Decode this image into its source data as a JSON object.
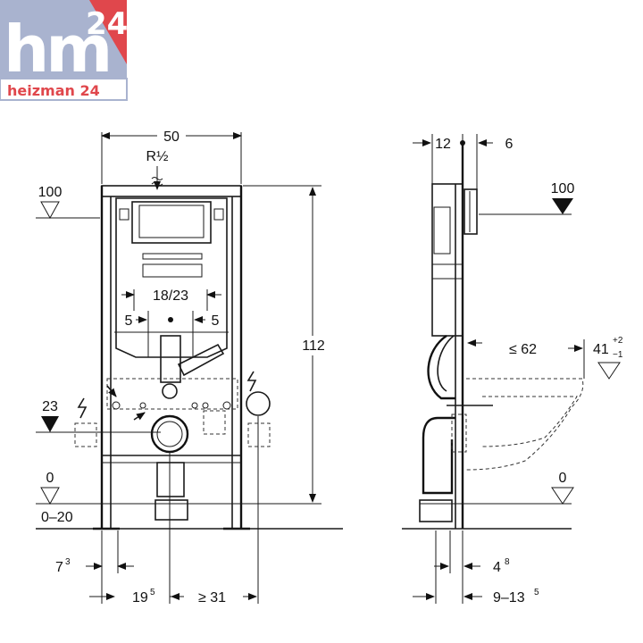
{
  "logo": {
    "mark": "hm",
    "number": "24",
    "brand": "heizman 24"
  },
  "front_view": {
    "width": "50",
    "thread": "R½",
    "height": "112",
    "flush_spacing": "18/23",
    "offset_left": "5",
    "offset_right": "5",
    "level_top": "100",
    "level_mid": "23",
    "level_floor": "0",
    "floor_range": "0–20",
    "foot_offset": "7",
    "foot_offset_sup": "3",
    "pipe_offset": "19",
    "pipe_offset_sup": "5",
    "side_offset": "≥ 31"
  },
  "side_view": {
    "depth": "12",
    "front_plate": "6",
    "level_top": "100",
    "projection": "≤ 62",
    "bowl_height": "41",
    "bowl_tol_plus": "+2",
    "bowl_tol_minus": "−1",
    "level_floor": "0",
    "foot_width": "4",
    "foot_width_sup": "8",
    "wall_range": "9–13",
    "wall_range_sup": "5"
  },
  "colors": {
    "logo_bg": "#a9b3cf",
    "logo_red": "#e0474c",
    "logo_text": "#ffffff",
    "logo_brand_text": "#e0474c",
    "line": "#1a1a1a"
  }
}
